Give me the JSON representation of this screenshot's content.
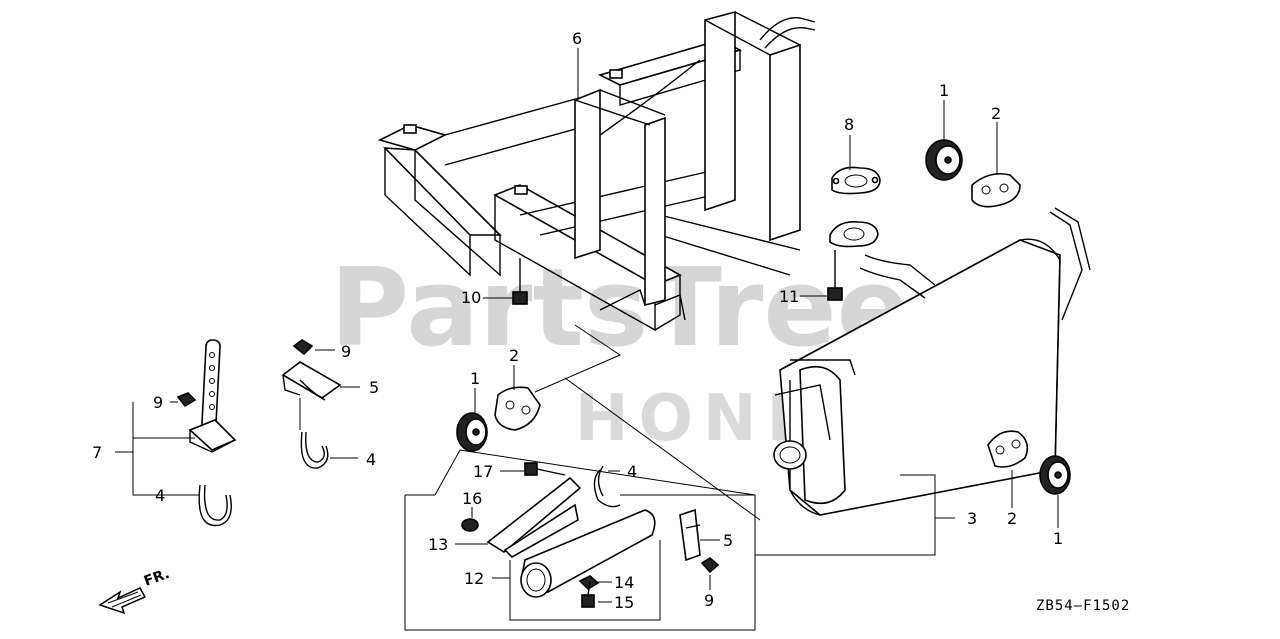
{
  "watermark": {
    "text": "PartsTree",
    "secondary": "HONDA"
  },
  "diagram_code": "ZB54—F1502",
  "front_indicator": "FR.",
  "callouts": {
    "c6": "6",
    "c8": "8",
    "c1_top": "1",
    "c2_top": "2",
    "c10": "10",
    "c11": "11",
    "c9_mid": "9",
    "c5_mid": "5",
    "c4_mid": "4",
    "c2_mid": "2",
    "c1_mid": "1",
    "c9_left": "9",
    "c7": "7",
    "c4_left": "4",
    "c17": "17",
    "c4_box": "4",
    "c16": "16",
    "c13": "13",
    "c12": "12",
    "c14": "14",
    "c15": "15",
    "c5_box": "5",
    "c9_box": "9",
    "c3": "3",
    "c2_right": "2",
    "c1_right": "1"
  }
}
